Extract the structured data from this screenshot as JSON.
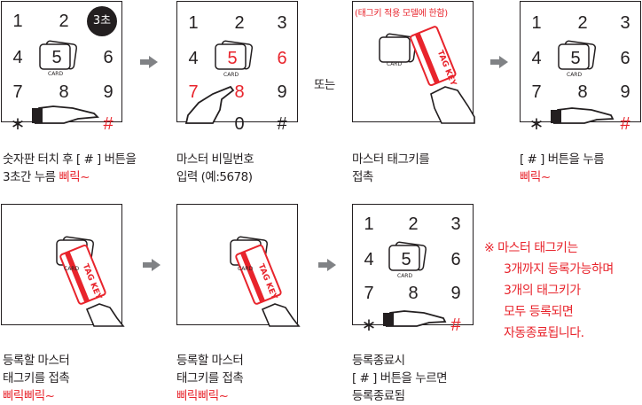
{
  "keys": {
    "k1": "1",
    "k2": "2",
    "k3": "3",
    "k4": "4",
    "k5": "5",
    "k6": "6",
    "k7": "7",
    "k8": "8",
    "k9": "9",
    "k0": "0",
    "star": "∗",
    "hash": "#"
  },
  "badge": "3초",
  "card_label": "CARD",
  "tag_key_label": "TAG KEY",
  "tag_model_note": "(태그키 적용 모델에 한함)",
  "or_label": "또는",
  "captions": {
    "step1_line1": "숫자판 터치 후 [ # ] 버튼을",
    "step1_line2": "3초간 누름",
    "step1_sound": "삐릭~",
    "step2_line1": "마스터 비밀번호",
    "step2_line2": "입력 (예:5678)",
    "step3_line1": "마스터 태그키를",
    "step3_line2": "접촉",
    "step4_line1": "[ # ] 버튼을 누름",
    "step4_sound": "삐릭~",
    "step5_line1": "등록할 마스터",
    "step5_line2": "태그키를 접촉",
    "step5_sound": "삐릭삐릭~",
    "step6_line1": "등록할 마스터",
    "step6_line2": "태그키를 접촉",
    "step6_sound": "삐릭삐릭~",
    "step7_line1": "등록종료시",
    "step7_line2": "[ # ] 버튼을 누르면",
    "step7_line3": "등록종료됨"
  },
  "note": {
    "line1": "※ 마스터 태그키는",
    "line2": "3개까지 등록가능하며",
    "line3": "3개의 태그키가",
    "line4": "모두 등록되면",
    "line5": "자동종료됩니다."
  },
  "colors": {
    "accent_red": "#e8242c",
    "ink": "#231f20",
    "arrow": "#808285"
  }
}
